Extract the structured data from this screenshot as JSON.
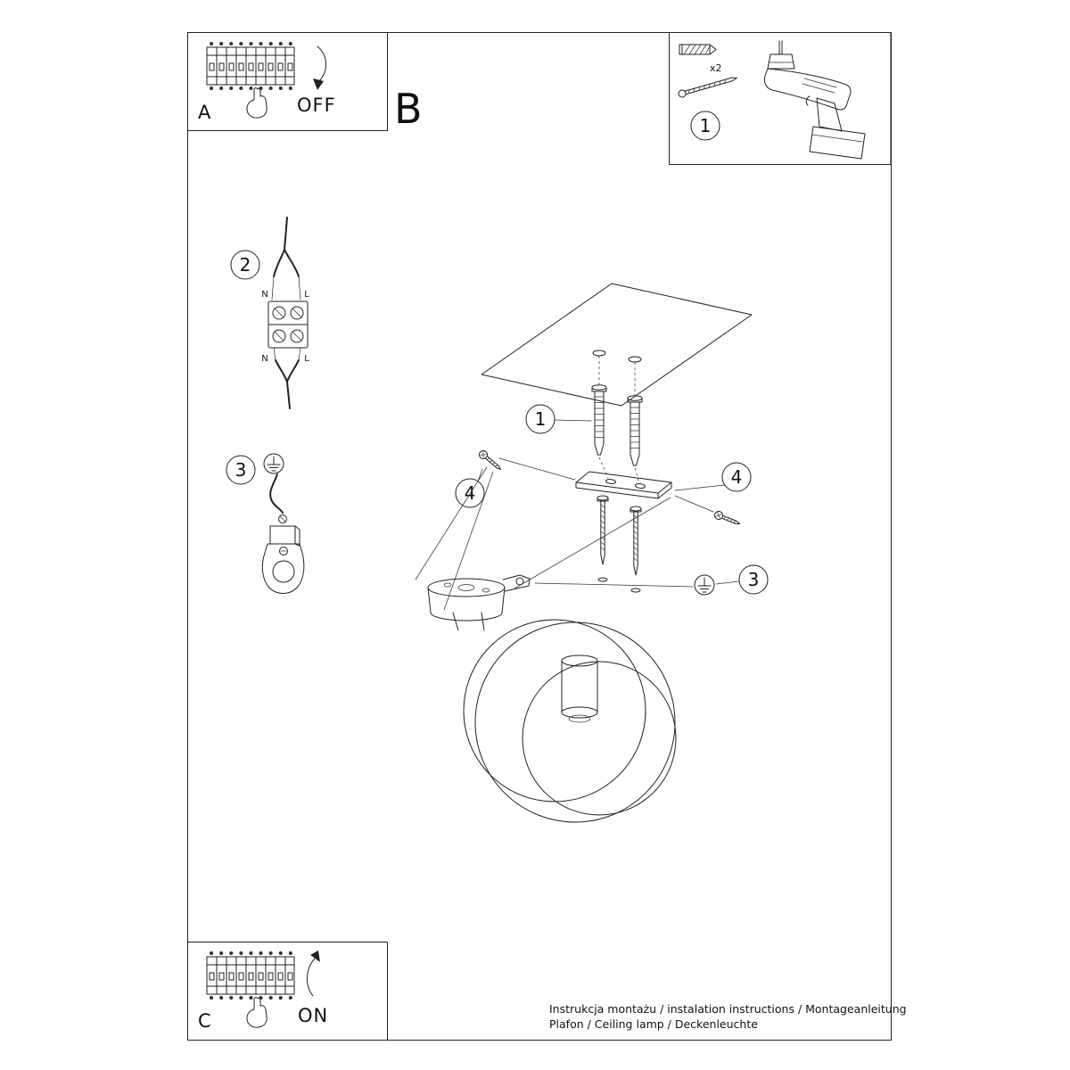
{
  "labels": {
    "a": "A",
    "b": "B",
    "c": "C",
    "off": "OFF",
    "on": "ON",
    "x2": "x2",
    "n": "N",
    "l": "L"
  },
  "steps": {
    "s1": "1",
    "s2": "2",
    "s3": "3",
    "s4": "4"
  },
  "footer": {
    "line1": "Instrukcja montażu / instalation instructions / Montageanleitung",
    "line2": "Plafon / Ceiling lamp / Deckenleuchte"
  }
}
